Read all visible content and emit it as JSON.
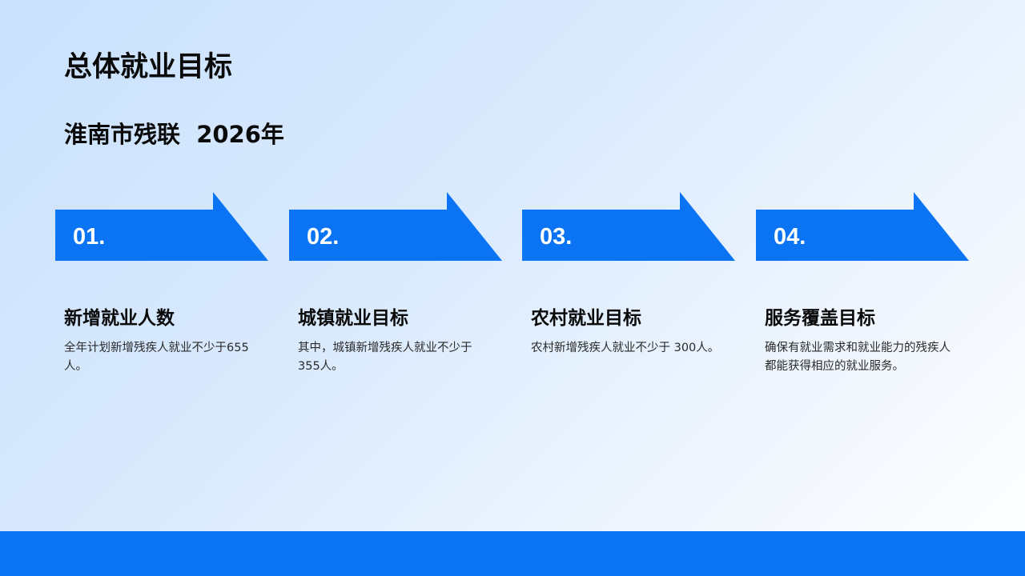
{
  "slide": {
    "title": "总体就业目标",
    "subtitle": "淮南市残联  2026年"
  },
  "theme": {
    "accent": "#0a74f5",
    "text": "#0a0a0a",
    "background_start": "#c9e1fd",
    "background_end": "#ffffff"
  },
  "steps": [
    {
      "number": "01.",
      "title": "新增就业人数",
      "description": "全年计划新增残疾人就业不少于655人。"
    },
    {
      "number": "02.",
      "title": "城镇就业目标",
      "description": "其中，城镇新增残疾人就业不少于355人。"
    },
    {
      "number": "03.",
      "title": "农村就业目标",
      "description": "农村新增残疾人就业不少于 300人。"
    },
    {
      "number": "04.",
      "title": "服务覆盖目标",
      "description": "确保有就业需求和就业能力的残疾人都能获得相应的就业服务。"
    }
  ],
  "icons": {
    "step_marker": "arrow-banner-icon"
  }
}
